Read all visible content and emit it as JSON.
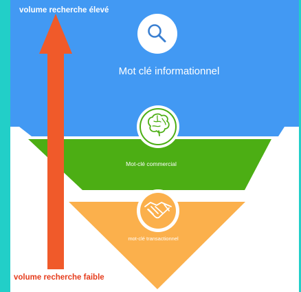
{
  "labels": {
    "top": "volume recherche élevé",
    "bottom": "volume recherche faible"
  },
  "levels": [
    {
      "label": "Mot clé informationnel",
      "icon": "search-icon"
    },
    {
      "label": "Mot-clé commercial",
      "icon": "brain-icon"
    },
    {
      "label": "mot-clé transactionnel",
      "icon": "handshake-icon"
    }
  ],
  "colors": {
    "border": "#22cfc8",
    "level1": "#4299f3",
    "level2": "#4cae14",
    "level3": "#fbb04c",
    "arrow": "#f05a2a",
    "bottom_label": "#e53b1b"
  }
}
